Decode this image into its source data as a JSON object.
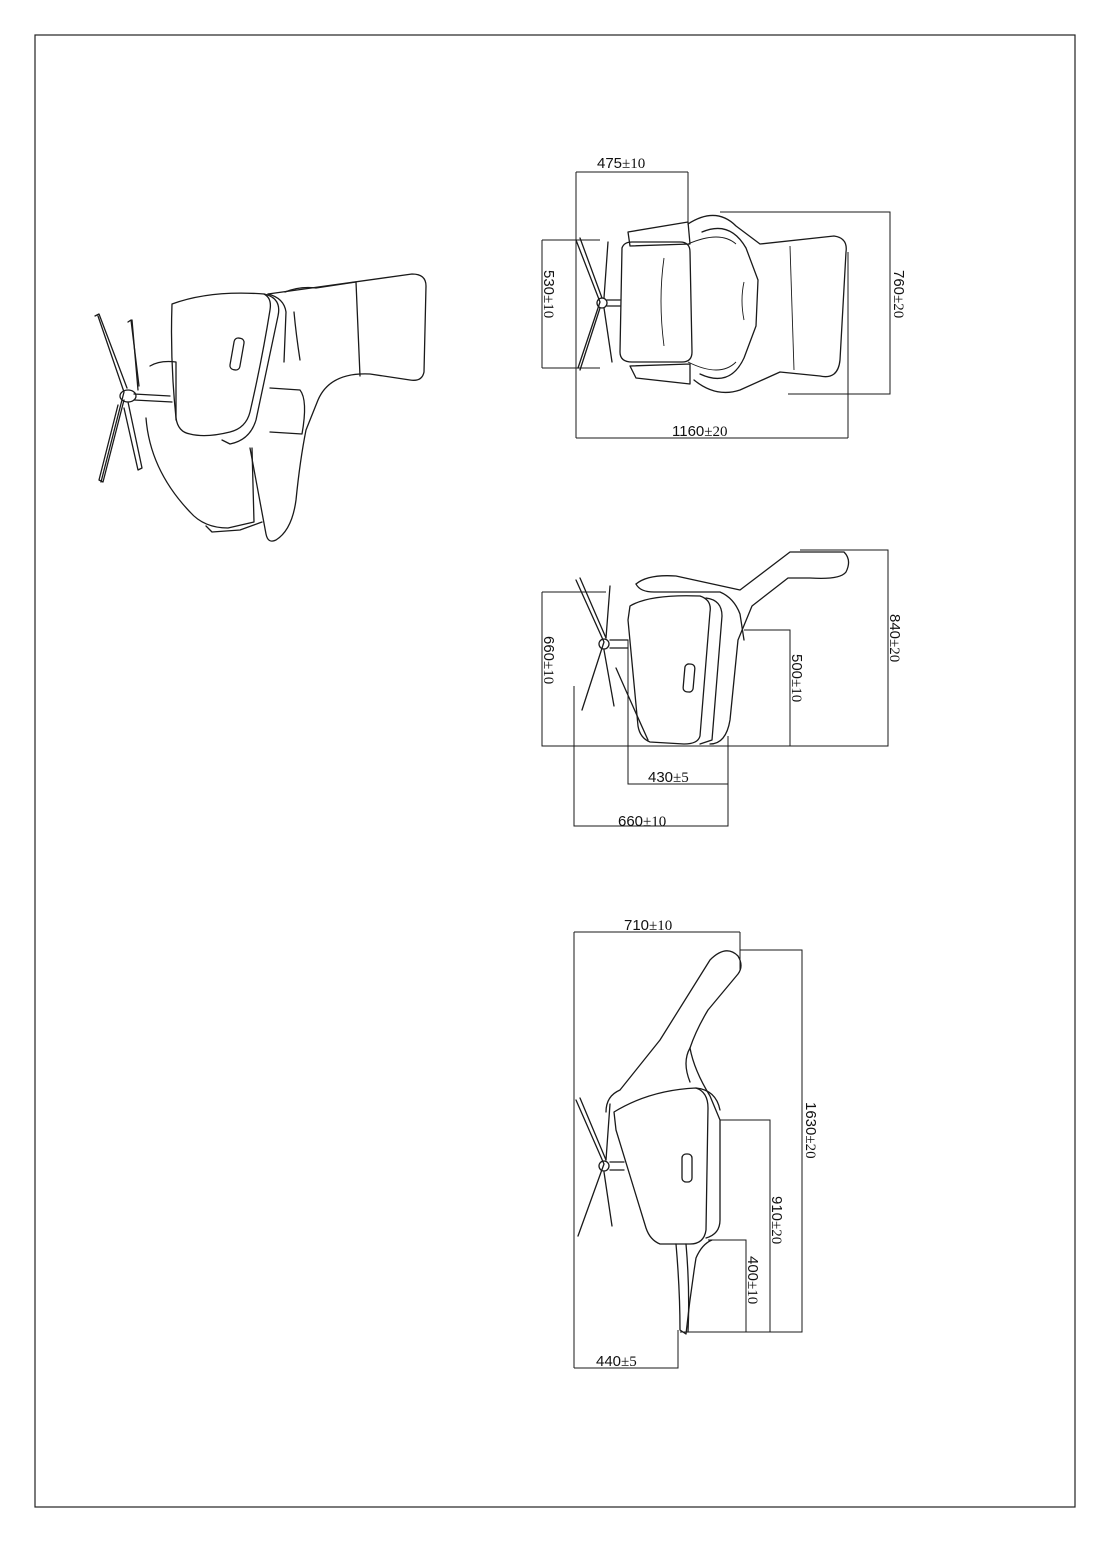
{
  "dimensions": {
    "top_width": {
      "value": "475",
      "tol": "±10"
    },
    "top_depth": {
      "value": "530",
      "tol": "±10"
    },
    "top_height": {
      "value": "760",
      "tol": "±20"
    },
    "top_length": {
      "value": "1160",
      "tol": "±20"
    },
    "side_height": {
      "value": "660",
      "tol": "±10"
    },
    "side_overall": {
      "value": "840",
      "tol": "±20"
    },
    "side_arm": {
      "value": "500",
      "tol": "±10"
    },
    "side_seat": {
      "value": "430",
      "tol": "±5"
    },
    "side_base": {
      "value": "660",
      "tol": "±10"
    },
    "rec_width": {
      "value": "710",
      "tol": "±10"
    },
    "rec_length": {
      "value": "1630",
      "tol": "±20"
    },
    "rec_arm": {
      "value": "910",
      "tol": "±20"
    },
    "rec_seat": {
      "value": "400",
      "tol": "±10"
    },
    "rec_base": {
      "value": "440",
      "tol": "±5"
    }
  }
}
